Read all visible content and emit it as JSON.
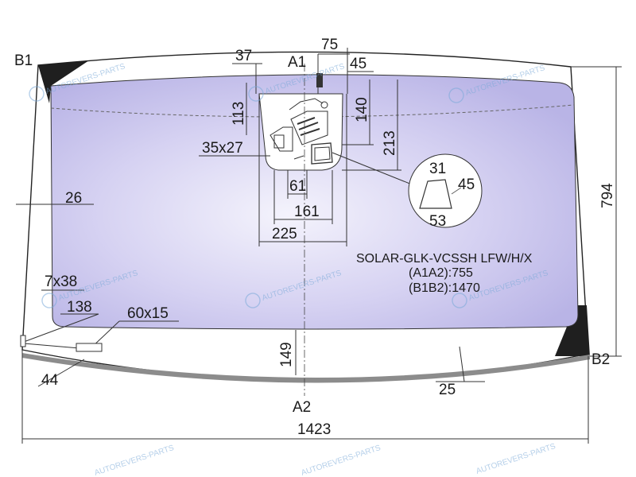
{
  "points": {
    "b1": "B1",
    "b2": "B2",
    "a1": "A1",
    "a2": "A2"
  },
  "dimensions": {
    "overall_width": "1423",
    "overall_height": "794",
    "center_height": "149",
    "edge_offset_left": "26",
    "edge_offset_bottom": "25",
    "bottom_left_small": "44",
    "top_offset_37": "37",
    "top_width_75": "75",
    "top_width_45": "45",
    "height_113": "113",
    "height_140": "140",
    "height_213": "213",
    "width_61": "61",
    "width_161": "161",
    "width_225": "225",
    "sensor_size": "35x27",
    "pad_7x38": "7x38",
    "dist_138": "138",
    "label_60x15": "60x15",
    "trap_top": "31",
    "trap_side": "45",
    "trap_bottom": "53"
  },
  "model": {
    "code": "SOLAR-GLK-VCSSH LFW/H/X",
    "a1a2": "(A1A2):755",
    "b1b2": "(B1B2):1470"
  },
  "watermark": {
    "text": "AUTOREVERS-PARTS",
    "logo": "AR"
  },
  "colors": {
    "glass": "#c7c3ec",
    "glass_edge": "#d9d5f4",
    "dark_corner": "#1f1f1f",
    "bottom_band": "#8c8c8c"
  }
}
